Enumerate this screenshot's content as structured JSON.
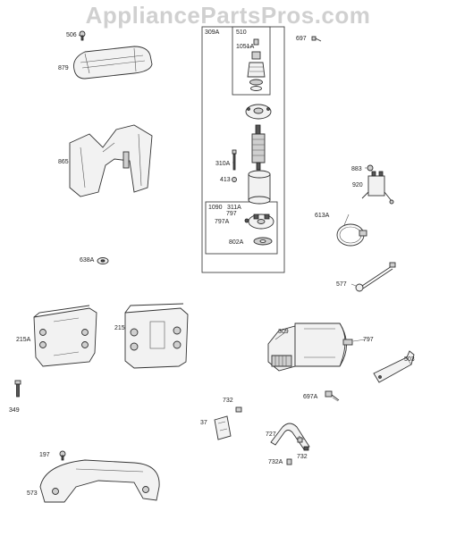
{
  "watermark": "AppliancePartsPros.com",
  "boxes": {
    "b309A": "309A",
    "b510": "510",
    "b1090": "1090"
  },
  "labels": {
    "l506": "506",
    "l879": "879",
    "l865": "865",
    "l638A": "638A",
    "l215A": "215A",
    "l215": "215",
    "l349": "349",
    "l197": "197",
    "l573": "573",
    "l1051A": "1051A",
    "l697top": "697",
    "l310A": "310A",
    "l413": "413",
    "l311A": "311A",
    "l797small": "797",
    "l797A": "797A",
    "l802A": "802A",
    "l883": "883",
    "l920": "920",
    "l613A": "613A",
    "l577": "577",
    "l309": "309",
    "l797": "797",
    "l503": "503",
    "l697A": "697A",
    "l732top": "732",
    "l37": "37",
    "l727": "727",
    "l732A": "732A",
    "l732bot": "732"
  }
}
